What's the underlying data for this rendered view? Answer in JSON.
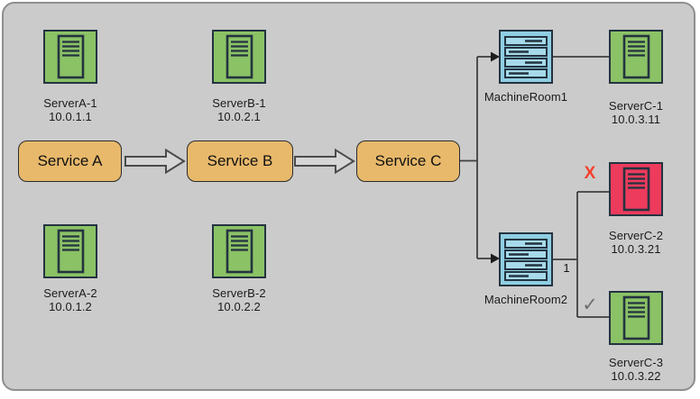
{
  "diagram": {
    "services": [
      {
        "label": "Service A"
      },
      {
        "label": "Service B"
      },
      {
        "label": "Service C"
      }
    ],
    "servers": [
      {
        "label": "ServerA-1",
        "ip": "10.0.1.1",
        "status": "normal"
      },
      {
        "label": "ServerB-1",
        "ip": "10.0.2.1",
        "status": "normal"
      },
      {
        "label": "ServerA-2",
        "ip": "10.0.1.2",
        "status": "normal"
      },
      {
        "label": "ServerB-2",
        "ip": "10.0.2.2",
        "status": "normal"
      },
      {
        "label": "ServerC-1",
        "ip": "10.0.3.11",
        "status": "normal"
      },
      {
        "label": "ServerC-2",
        "ip": "10.0.3.21",
        "status": "failed"
      },
      {
        "label": "ServerC-3",
        "ip": "10.0.3.22",
        "status": "healthy"
      }
    ],
    "machine_rooms": [
      {
        "label": "MachineRoom1"
      },
      {
        "label": "MachineRoom2"
      }
    ],
    "marks": {
      "fail": "X",
      "ok": "✓",
      "branch": "1"
    },
    "colors": {
      "background": "#cbcbcb",
      "frame_border": "#8e8e8e",
      "server_ok": "#8bc266",
      "server_fail": "#ed3b5d",
      "machine_room": "#90cee2",
      "machine_room_bar": "#a6daea",
      "service": "#e8b96b",
      "line": "#3f3f3f",
      "fail_mark": "#f5402c",
      "ok_mark": "#6e6e6e"
    }
  }
}
